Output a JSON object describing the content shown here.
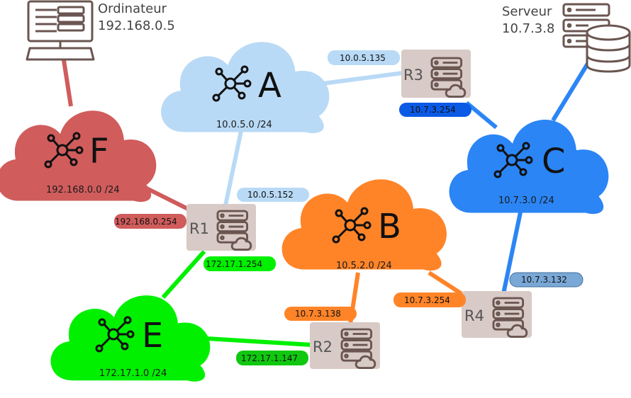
{
  "colors": {
    "A": "#b9daf6",
    "B": "#ff8428",
    "C": "#2b85f5",
    "E": "#00f000",
    "F": "#d05c5c",
    "router_bg": "#d8cac6",
    "blue_dark_tag": "#0a5ae6",
    "blue_gray_tag": "#7aa8d6",
    "green_dark_tag": "#10c810"
  },
  "devices": {
    "computer": {
      "name": "Ordinateur",
      "ip": "192.168.0.5",
      "icon": "computer-icon"
    },
    "server": {
      "name": "Serveur",
      "ip": "10.7.3.8",
      "icon": "server-database-icon"
    }
  },
  "networks": {
    "A": {
      "letter": "A",
      "subnet": "10.0.5.0 /24"
    },
    "B": {
      "letter": "B",
      "subnet": "10.5.2.0 /24"
    },
    "C": {
      "letter": "C",
      "subnet": "10.7.3.0 /24"
    },
    "E": {
      "letter": "E",
      "subnet": "172.17.1.0 /24"
    },
    "F": {
      "letter": "F",
      "subnet": "192.168.0.0 /24"
    }
  },
  "routers": {
    "R1": {
      "name": "R1"
    },
    "R2": {
      "name": "R2"
    },
    "R3": {
      "name": "R3"
    },
    "R4": {
      "name": "R4"
    }
  },
  "interfaces": {
    "r3_a": "10.0.5.135",
    "r3_c": "10.7.3.254",
    "r1_a": "10.0.5.152",
    "r1_f": "192.168.0.254",
    "r1_e": "172.17.1.254",
    "r2_b": "10.7.3.138",
    "r2_e": "172.17.1.147",
    "r4_b": "10.7.3.254",
    "r4_c": "10.7.3.132"
  }
}
